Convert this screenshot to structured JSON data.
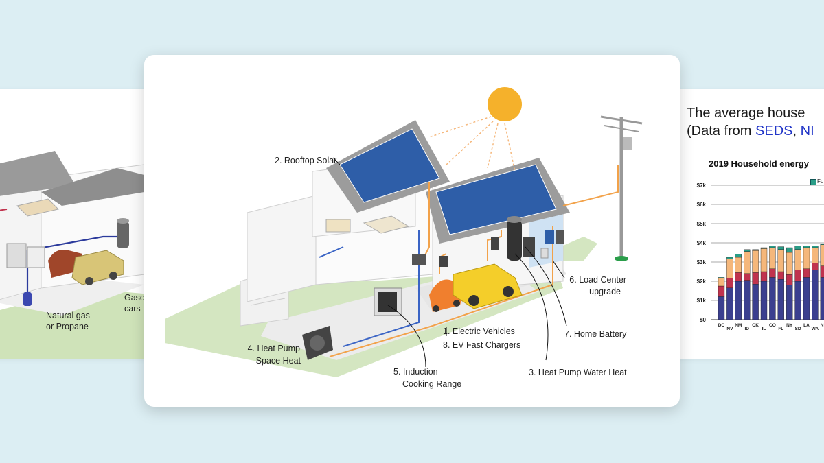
{
  "left_card": {
    "labels": {
      "natural_gas_1": "Natural gas",
      "natural_gas_2": "or Propane",
      "gasoline_1": "Gaso",
      "gasoline_2": "cars"
    }
  },
  "center_card": {
    "labels": {
      "rooftop_solar": "2. Rooftop Solar",
      "load_center_1": "6. Load Center",
      "load_center_2": "upgrade",
      "electric_vehicles": "1. Electric Vehicles",
      "ev_chargers": "8. EV Fast Chargers",
      "home_battery": "7. Home Battery",
      "heat_pump_space_1": "4. Heat Pump",
      "heat_pump_space_2": "Space Heat",
      "induction_1": "5. Induction",
      "induction_2": "Cooking Range",
      "heat_pump_water": "3. Heat Pump Water Heat"
    }
  },
  "right_card": {
    "title_line1": "The average house",
    "title_line2_prefix": "(Data from ",
    "link_seds": "SEDS",
    "title_sep": ", ",
    "link_nh": "NI",
    "chart_title": "2019 Household energy",
    "legend_label": "Fu",
    "colors": {
      "navy": "#3b3f8f",
      "red": "#c0334e",
      "peach": "#f5b77b",
      "teal": "#2a9d87",
      "link": "#2236c8"
    }
  },
  "chart_data": {
    "type": "bar",
    "title": "2019 Household energy",
    "ylim": [
      0,
      7000
    ],
    "y_ticks": [
      "$0",
      "$1k",
      "$2k",
      "$3k",
      "$4k",
      "$5k",
      "$6k",
      "$7k"
    ],
    "categories": [
      "DC",
      "NV",
      "NM",
      "ID",
      "OK",
      "IL",
      "CO",
      "FL",
      "NY",
      "SD",
      "LA",
      "WA",
      "NE"
    ],
    "series": [
      {
        "name": "",
        "color": "#3b3f8f",
        "values": [
          1200,
          1650,
          2000,
          2050,
          1850,
          2000,
          2200,
          2100,
          1800,
          2000,
          2200,
          2600,
          2200
        ]
      },
      {
        "name": "",
        "color": "#c0334e",
        "values": [
          550,
          500,
          450,
          350,
          600,
          500,
          450,
          400,
          550,
          600,
          450,
          350,
          600
        ]
      },
      {
        "name": "",
        "color": "#f5b77b",
        "values": [
          400,
          1000,
          800,
          1150,
          1150,
          1200,
          1100,
          1150,
          1150,
          1050,
          1100,
          800,
          1100
        ]
      },
      {
        "name": "Fu",
        "color": "#2a9d87",
        "values": [
          50,
          100,
          150,
          100,
          50,
          50,
          100,
          150,
          250,
          200,
          100,
          100,
          50
        ]
      }
    ]
  }
}
